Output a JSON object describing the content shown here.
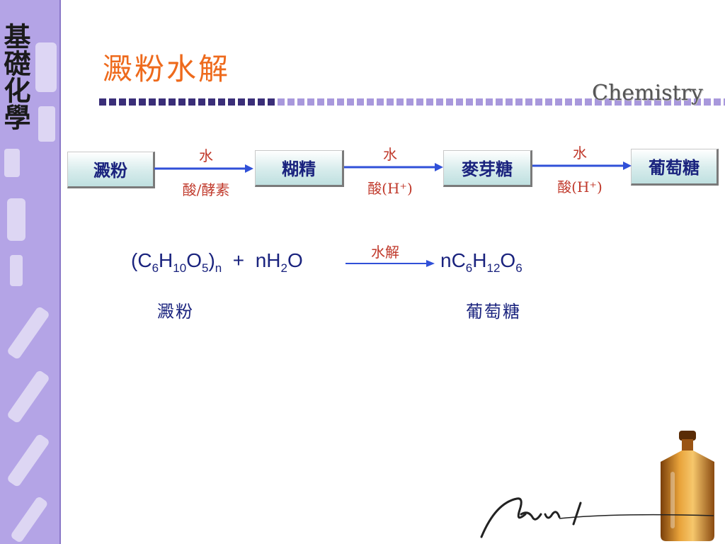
{
  "sidebar": {
    "title": "基礎化學"
  },
  "header": {
    "title": "澱粉水解",
    "subject": "Chemistry"
  },
  "flow": {
    "boxes": [
      "澱粉",
      "糊精",
      "麥芽糖",
      "葡萄糖"
    ],
    "steps": [
      {
        "top": "水",
        "bottom": "酸/酵素"
      },
      {
        "top": "水",
        "bottom": "酸(H⁺)"
      },
      {
        "top": "水",
        "bottom": "酸(H⁺)"
      }
    ]
  },
  "equation": {
    "left": {
      "c": "C",
      "c_sub": "6",
      "h": "H",
      "h_sub": "10",
      "o": "O",
      "o_sub": "5",
      "n_sub": "n"
    },
    "plus": "+",
    "water": {
      "n": "nH",
      "h_sub": "2",
      "o": "O"
    },
    "arrow_label": "水解",
    "right": {
      "nc": "nC",
      "c_sub": "6",
      "h": "H",
      "h_sub": "12",
      "o": "O",
      "o_sub": "6"
    },
    "left_name": "澱粉",
    "right_name": "葡萄糖"
  },
  "colors": {
    "accent": "#ee6a1c",
    "box_text": "#1a237e",
    "reagent": "#c0392b",
    "sidebar": "#b4a4e6",
    "arrow": "#3050d8"
  },
  "icons": {
    "bottle": "amber-reagent-bottle-icon",
    "signature": "signature-logo"
  }
}
